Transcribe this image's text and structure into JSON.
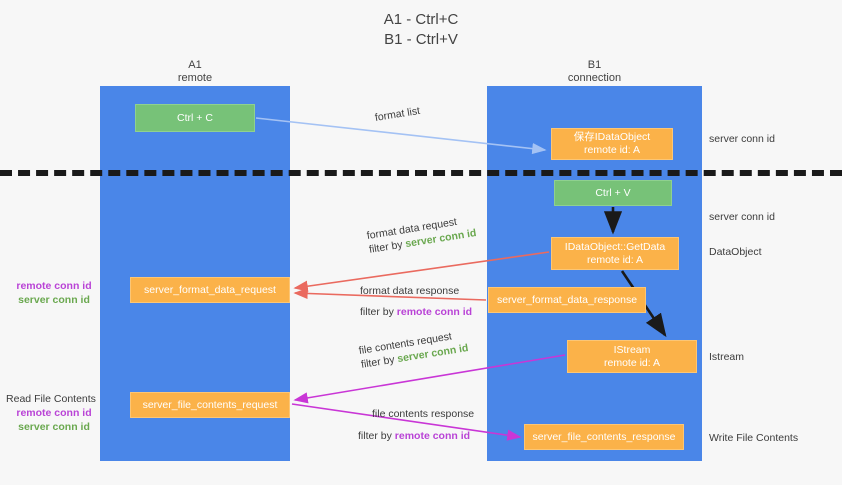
{
  "title": {
    "line1": "A1 - Ctrl+C",
    "line2": "B1 - Ctrl+V"
  },
  "lanes": [
    {
      "id": "a1",
      "name": "A1",
      "role": "remote",
      "color": "#4a86e8"
    },
    {
      "id": "b1",
      "name": "B1",
      "role": "connection",
      "color": "#4a86e8"
    }
  ],
  "nodes": {
    "ctrl_c": {
      "line1": "Ctrl + C",
      "color": "#77c278"
    },
    "ctrl_v": {
      "line1": "Ctrl + V",
      "color": "#77c278"
    },
    "idataobject": {
      "line1": "保存IDataObject",
      "line2": "remote id: A",
      "color": "#fbb249"
    },
    "getdata": {
      "line1": "IDataObject::GetData",
      "line2": "remote id: A",
      "color": "#fbb249"
    },
    "istream": {
      "line1": "IStream",
      "line2": "remote id: A",
      "color": "#fbb249"
    },
    "server_format_data_request": {
      "line1": "server_format_data_request",
      "color": "#fbb249"
    },
    "server_format_data_response": {
      "line1": "server_format_data_response",
      "color": "#fbb249"
    },
    "server_file_contents_request": {
      "line1": "server_file_contents_request",
      "color": "#fbb249"
    },
    "server_file_contents_response": {
      "line1": "server_file_contents_response",
      "color": "#fbb249"
    }
  },
  "edges": {
    "format_list": {
      "label": "format list",
      "color": "#a4c2f4"
    },
    "format_data_request": {
      "label": "format data request",
      "filter_prefix": "filter by ",
      "filter_key": "server conn id",
      "color": "#ea6a5f"
    },
    "format_data_response": {
      "label": "format data response",
      "filter_prefix": "filter by ",
      "filter_key": "remote conn id",
      "color": "#ea6a5f"
    },
    "file_contents_request": {
      "label": "file contents request",
      "filter_prefix": "filter by ",
      "filter_key": "server conn id",
      "color": "#c936d6"
    },
    "file_contents_response": {
      "label": "file contents response",
      "filter_prefix": "filter by ",
      "filter_key": "remote conn id",
      "color": "#c936d6"
    }
  },
  "annotations": {
    "left_mid": {
      "remote": "remote conn id",
      "server": "server conn id"
    },
    "left_bottom": {
      "heading": "Read File Contents",
      "remote": "remote conn id",
      "server": "server conn id"
    },
    "right_top_server": "server conn id",
    "right_second_server": "server conn id",
    "right_dataobject": "DataObject",
    "right_istream": "Istream",
    "right_write_file": "Write File Contents"
  },
  "colors": {
    "lane": "#4a86e8",
    "green_node": "#77c278",
    "orange_node": "#fbb249",
    "server_conn": "#6aa84f",
    "remote_conn": "#b943d6",
    "red_arrow": "#ea6a5f",
    "magenta_arrow": "#c936d6",
    "light_blue_arrow": "#a4c2f4",
    "dark_arrow": "#1a1a1a",
    "background": "#f7f7f7"
  }
}
